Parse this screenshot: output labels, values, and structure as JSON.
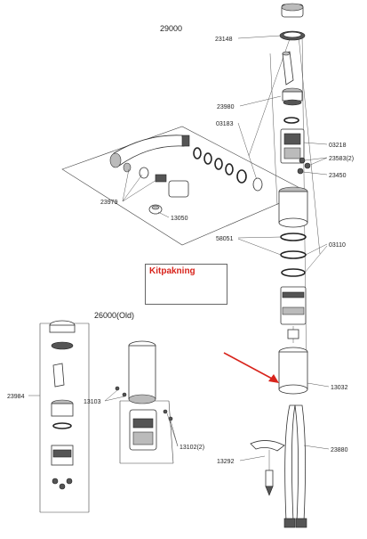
{
  "headers": {
    "model_new": "29000",
    "model_old": "26000(Old)"
  },
  "labels": {
    "p23148": "23148",
    "p23980": "23980",
    "p03183": "03183",
    "p03218": "03218",
    "p23583": "23583(2)",
    "p23450": "23450",
    "p23979": "23979",
    "p13050": "13050",
    "p58051": "58051",
    "p03110": "03110",
    "p13032": "13032",
    "p23984": "23984",
    "p13103": "13103",
    "p13102": "13102(2)",
    "p23880": "23880",
    "p13292": "13292"
  },
  "callout": {
    "text": "Kitpakning",
    "color": "#d8241c"
  },
  "colors": {
    "arrow": "#d8241c",
    "line": "#444444"
  }
}
